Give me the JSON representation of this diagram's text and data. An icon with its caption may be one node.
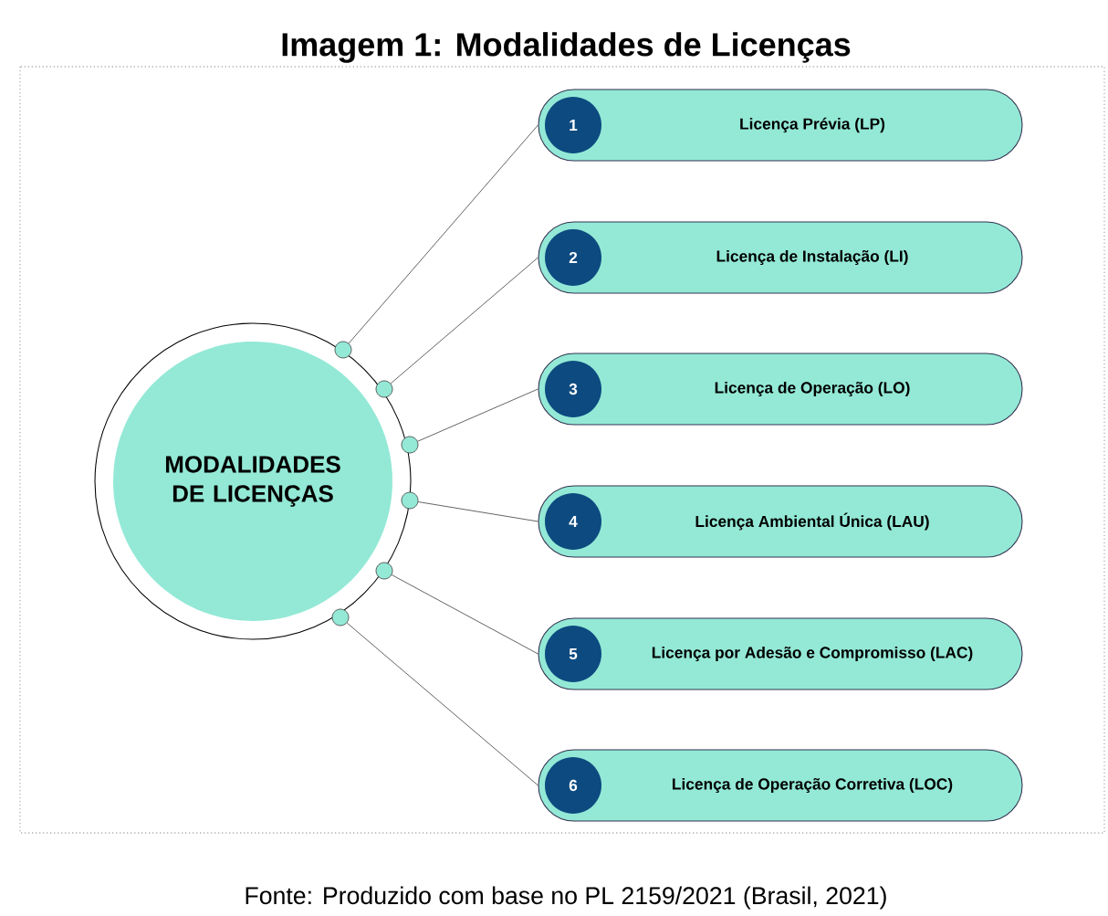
{
  "diagram": {
    "title": "Imagem 1: Modalidades de Licenças",
    "caption": "Fonte: Produzido com base no PL 2159/2021 (Brasil, 2021)",
    "nodes": [
      {
        "text": [
          "MODALIDADES DE LICENÇAS"
        ]
      },
      {
        "text": [
          "Licença Prévia (LP)"
        ]
      },
      {
        "text": [
          "1"
        ],
        "in": 1
      },
      {
        "text": [
          "Licença de Instalação (LI)"
        ]
      },
      {
        "text": [
          "2"
        ],
        "in": 3
      },
      {
        "text": [
          "Licença de Operação (LO)"
        ]
      },
      {
        "text": [
          "3"
        ],
        "in": 5
      },
      {
        "text": [
          "Licença Ambiental Única (LAU)"
        ]
      },
      {
        "text": [
          "4"
        ],
        "in": 7
      },
      {
        "text": [
          "Licença por Adesão e Compromisso (LAC)"
        ]
      },
      {
        "text": [
          "5"
        ],
        "in": 9
      },
      {
        "text": [
          "Licença de Operação Corretiva (LOC)"
        ]
      },
      {
        "text": [
          "6"
        ],
        "in": 11
      },
      {
        "text": [],
        "shape": "circle"
      },
      {
        "text": [],
        "shape": "circle"
      },
      {
        "text": [],
        "shape": "circle"
      },
      {
        "text": [],
        "shape": "circle"
      },
      {
        "text": [],
        "shape": "circle"
      },
      {
        "text": [],
        "shape": "circle"
      }
    ],
    "edges": [
      {
        "from": 13,
        "to": 1,
        "arrow": "none"
      },
      {
        "from": 14,
        "to": 3,
        "arrow": "none"
      },
      {
        "from": 15,
        "to": 5,
        "arrow": "none"
      },
      {
        "from": 16,
        "to": 7,
        "arrow": "none"
      },
      {
        "from": 17,
        "to": 9,
        "arrow": "none"
      },
      {
        "from": 18,
        "to": 11,
        "arrow": "none"
      }
    ]
  }
}
